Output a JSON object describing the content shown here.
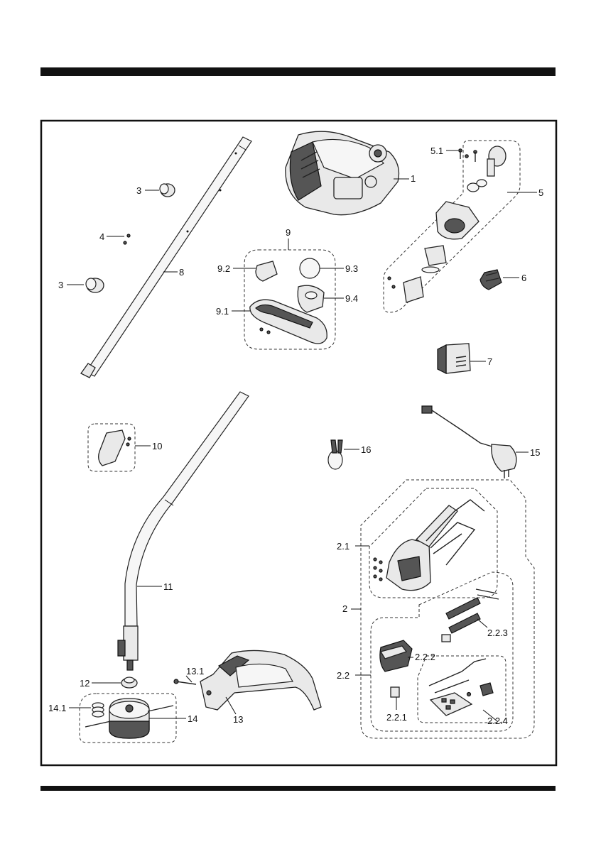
{
  "callouts": [
    {
      "id": "c1",
      "label": "1"
    },
    {
      "id": "c2",
      "label": "2"
    },
    {
      "id": "c2_1",
      "label": "2.1"
    },
    {
      "id": "c2_2",
      "label": "2.2"
    },
    {
      "id": "c2_2_1",
      "label": "2.2.1"
    },
    {
      "id": "c2_2_2",
      "label": "2.2.2"
    },
    {
      "id": "c2_2_3",
      "label": "2.2.3"
    },
    {
      "id": "c2_2_4",
      "label": "2.2.4"
    },
    {
      "id": "c3a",
      "label": "3"
    },
    {
      "id": "c3b",
      "label": "3"
    },
    {
      "id": "c4",
      "label": "4"
    },
    {
      "id": "c5",
      "label": "5"
    },
    {
      "id": "c5_1",
      "label": "5.1"
    },
    {
      "id": "c6",
      "label": "6"
    },
    {
      "id": "c7",
      "label": "7"
    },
    {
      "id": "c8",
      "label": "8"
    },
    {
      "id": "c9",
      "label": "9"
    },
    {
      "id": "c9_1",
      "label": "9.1"
    },
    {
      "id": "c9_2",
      "label": "9.2"
    },
    {
      "id": "c9_3",
      "label": "9.3"
    },
    {
      "id": "c9_4",
      "label": "9.4"
    },
    {
      "id": "c10",
      "label": "10"
    },
    {
      "id": "c11",
      "label": "11"
    },
    {
      "id": "c12",
      "label": "12"
    },
    {
      "id": "c13",
      "label": "13"
    },
    {
      "id": "c13_1",
      "label": "13.1"
    },
    {
      "id": "c14",
      "label": "14"
    },
    {
      "id": "c14_1",
      "label": "14.1"
    },
    {
      "id": "c15",
      "label": "15"
    },
    {
      "id": "c16",
      "label": "16"
    }
  ]
}
